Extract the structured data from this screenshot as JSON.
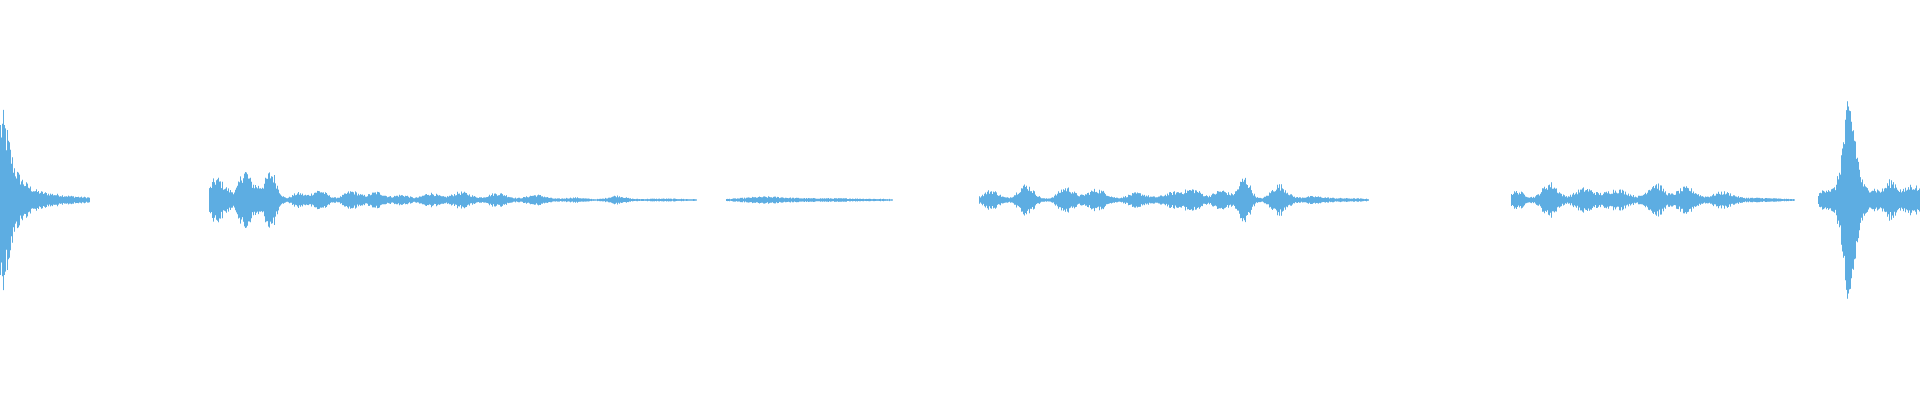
{
  "waveform": {
    "color": "#5dade2",
    "background": "#ffffff",
    "segments": [
      {
        "name": "segment-1",
        "start_frac": 0.0,
        "end_frac": 0.047,
        "bursts": [
          {
            "pos": 0.0005,
            "amp": 0.36,
            "width": 0.0035
          },
          {
            "pos": 0.006,
            "amp": 0.11,
            "width": 0.006
          },
          {
            "pos": 0.016,
            "amp": 0.03,
            "width": 0.012
          },
          {
            "pos": 0.032,
            "amp": 0.01,
            "width": 0.02
          }
        ],
        "floor": 0.006
      },
      {
        "name": "segment-2",
        "start_frac": 0.109,
        "end_frac": 0.363,
        "bursts": [
          {
            "pos": 0.112,
            "amp": 0.1,
            "width": 0.003
          },
          {
            "pos": 0.118,
            "amp": 0.05,
            "width": 0.004
          },
          {
            "pos": 0.127,
            "amp": 0.15,
            "width": 0.0025
          },
          {
            "pos": 0.133,
            "amp": 0.07,
            "width": 0.003
          },
          {
            "pos": 0.141,
            "amp": 0.15,
            "width": 0.003
          },
          {
            "pos": 0.155,
            "amp": 0.035,
            "width": 0.003
          },
          {
            "pos": 0.166,
            "amp": 0.05,
            "width": 0.004
          },
          {
            "pos": 0.183,
            "amp": 0.045,
            "width": 0.004
          },
          {
            "pos": 0.196,
            "amp": 0.04,
            "width": 0.004
          },
          {
            "pos": 0.209,
            "amp": 0.025,
            "width": 0.004
          },
          {
            "pos": 0.224,
            "amp": 0.035,
            "width": 0.004
          },
          {
            "pos": 0.24,
            "amp": 0.04,
            "width": 0.005
          },
          {
            "pos": 0.259,
            "amp": 0.035,
            "width": 0.005
          },
          {
            "pos": 0.279,
            "amp": 0.025,
            "width": 0.005
          },
          {
            "pos": 0.299,
            "amp": 0.01,
            "width": 0.005
          },
          {
            "pos": 0.321,
            "amp": 0.02,
            "width": 0.004
          },
          {
            "pos": 0.345,
            "amp": 0.004,
            "width": 0.01
          }
        ],
        "floor": 0.004
      },
      {
        "name": "segment-3",
        "start_frac": 0.378,
        "end_frac": 0.465,
        "bursts": [
          {
            "pos": 0.398,
            "amp": 0.013,
            "width": 0.01
          },
          {
            "pos": 0.43,
            "amp": 0.006,
            "width": 0.02
          }
        ],
        "floor": 0.004
      },
      {
        "name": "segment-4",
        "start_frac": 0.51,
        "end_frac": 0.713,
        "bursts": [
          {
            "pos": 0.516,
            "amp": 0.05,
            "width": 0.004
          },
          {
            "pos": 0.534,
            "amp": 0.08,
            "width": 0.004
          },
          {
            "pos": 0.555,
            "amp": 0.065,
            "width": 0.004
          },
          {
            "pos": 0.571,
            "amp": 0.055,
            "width": 0.005
          },
          {
            "pos": 0.592,
            "amp": 0.035,
            "width": 0.005
          },
          {
            "pos": 0.612,
            "amp": 0.04,
            "width": 0.006
          },
          {
            "pos": 0.622,
            "amp": 0.045,
            "width": 0.004
          },
          {
            "pos": 0.636,
            "amp": 0.05,
            "width": 0.004
          },
          {
            "pos": 0.648,
            "amp": 0.12,
            "width": 0.003
          },
          {
            "pos": 0.666,
            "amp": 0.08,
            "width": 0.004
          },
          {
            "pos": 0.683,
            "amp": 0.015,
            "width": 0.006
          },
          {
            "pos": 0.7,
            "amp": 0.006,
            "width": 0.01
          }
        ],
        "floor": 0.004
      },
      {
        "name": "segment-5",
        "start_frac": 0.787,
        "end_frac": 0.935,
        "bursts": [
          {
            "pos": 0.79,
            "amp": 0.045,
            "width": 0.004
          },
          {
            "pos": 0.807,
            "amp": 0.09,
            "width": 0.004
          },
          {
            "pos": 0.825,
            "amp": 0.06,
            "width": 0.005
          },
          {
            "pos": 0.842,
            "amp": 0.055,
            "width": 0.006
          },
          {
            "pos": 0.862,
            "amp": 0.09,
            "width": 0.004
          },
          {
            "pos": 0.878,
            "amp": 0.065,
            "width": 0.005
          },
          {
            "pos": 0.897,
            "amp": 0.04,
            "width": 0.005
          },
          {
            "pos": 0.915,
            "amp": 0.008,
            "width": 0.01
          }
        ],
        "floor": 0.004
      },
      {
        "name": "segment-6",
        "start_frac": 0.947,
        "end_frac": 1.0,
        "bursts": [
          {
            "pos": 0.951,
            "amp": 0.06,
            "width": 0.003
          },
          {
            "pos": 0.963,
            "amp": 0.51,
            "width": 0.0035
          },
          {
            "pos": 0.975,
            "amp": 0.06,
            "width": 0.004
          },
          {
            "pos": 0.985,
            "amp": 0.1,
            "width": 0.003
          },
          {
            "pos": 0.996,
            "amp": 0.08,
            "width": 0.004
          }
        ],
        "floor": 0.006
      }
    ]
  }
}
